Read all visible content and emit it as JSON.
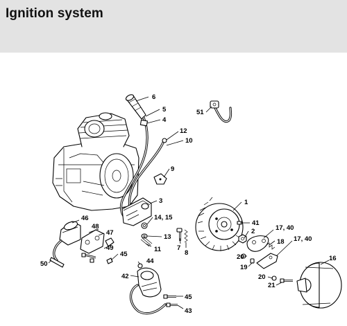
{
  "page": {
    "title": "Ignition system"
  },
  "callouts": {
    "c6": "6",
    "c5": "5",
    "c4": "4",
    "c51": "51",
    "c12": "12",
    "c10": "10",
    "c9": "9",
    "c3": "3",
    "c1415": "14, 15",
    "c13": "13",
    "c7": "7",
    "c8": "8",
    "c11": "11",
    "c1": "1",
    "c41": "41",
    "c2": "2",
    "c1740a": "17, 40",
    "c18": "18",
    "c1740b": "17, 40",
    "c20a": "20",
    "c19": "19",
    "c16": "16",
    "c20b": "20",
    "c21": "21",
    "c46": "46",
    "c47": "47",
    "c48": "48",
    "c49": "49",
    "c45a": "45",
    "c50": "50",
    "c44": "44",
    "c42": "42",
    "c45b": "45",
    "c43": "43"
  }
}
